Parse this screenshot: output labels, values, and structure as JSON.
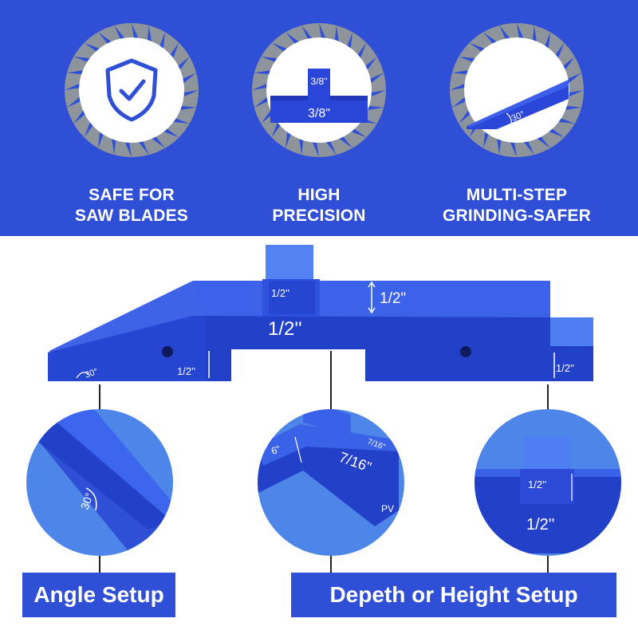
{
  "features": [
    {
      "line1": "SAFE FOR",
      "line2": "SAW BLADES",
      "icon": "shield-check-icon"
    },
    {
      "line1": "HIGH",
      "line2": "PRECISION",
      "icon": "slot-gauge-icon",
      "dims": [
        "3/8\"",
        "3/8\""
      ]
    },
    {
      "line1": "MULTI-STEP",
      "line2": "GRINDING-SAFER",
      "icon": "angle-ramp-icon",
      "dims": [
        "30°"
      ]
    }
  ],
  "product": {
    "dims": [
      "1/2''",
      "1/2\"",
      "1/2''",
      "1/2''",
      "1/2''"
    ],
    "angle": "30°"
  },
  "details": {
    "angle": {
      "label": "30°"
    },
    "depth": {
      "labels": [
        "6\"",
        "7/16\"",
        "7/16\"",
        "PV"
      ]
    },
    "height": {
      "labels": [
        "1/2''",
        "1/2''"
      ]
    }
  },
  "badges": {
    "angle_setup": "Angle Setup",
    "depth_setup": "Depeth or Height Setup"
  },
  "colors": {
    "brand_blue": "#2f50d6",
    "tool_blue": "#2a46d8",
    "light_blue": "#4d86e8"
  }
}
